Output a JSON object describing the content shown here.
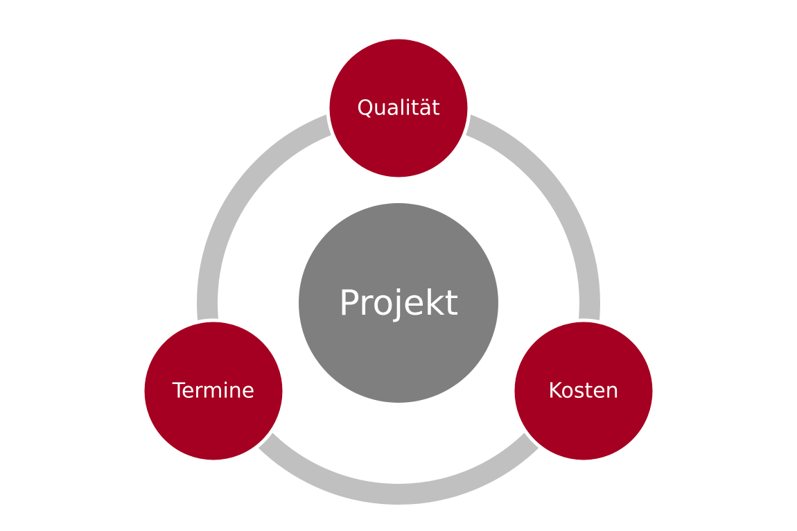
{
  "center": {
    "label": "Projekt",
    "color": "#7f7f7f"
  },
  "nodes": [
    {
      "label": "Qualität",
      "color": "#a50021"
    },
    {
      "label": "Kosten",
      "color": "#a50021"
    },
    {
      "label": "Termine",
      "color": "#a50021"
    }
  ],
  "ring": {
    "color": "#c0c0c0"
  },
  "node_border_color": "#ffffff"
}
